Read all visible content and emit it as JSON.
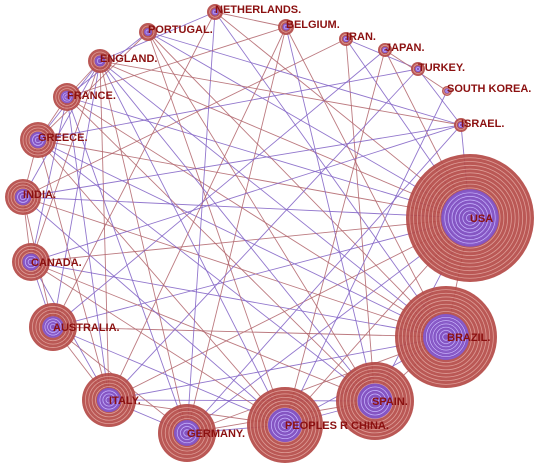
{
  "colors": {
    "node_outer": "#b44a46",
    "node_ring": "#e9b3ac",
    "node_core": "#7b55d6",
    "edge_red": "#b0636a",
    "edge_purple": "#7f5fc4",
    "label": "#8b1010"
  },
  "nodes": [
    {
      "id": "usa",
      "label": "USA",
      "weight": 1.0
    },
    {
      "id": "brazil",
      "label": "BRAZIL.",
      "weight": 0.8
    },
    {
      "id": "spain",
      "label": "SPAIN.",
      "weight": 0.62
    },
    {
      "id": "peoples-r-china",
      "label": "PEOPLES R CHINA.",
      "weight": 0.58
    },
    {
      "id": "germany",
      "label": "GERMANY.",
      "weight": 0.45
    },
    {
      "id": "italy",
      "label": "ITALY.",
      "weight": 0.42
    },
    {
      "id": "australia",
      "label": "AUSTRALIA.",
      "weight": 0.35
    },
    {
      "id": "canada",
      "label": "CANADA.",
      "weight": 0.28
    },
    {
      "id": "india",
      "label": "INDIA.",
      "weight": 0.27
    },
    {
      "id": "greece",
      "label": "GREECE.",
      "weight": 0.27
    },
    {
      "id": "france",
      "label": "FRANCE.",
      "weight": 0.2
    },
    {
      "id": "england",
      "label": "ENGLAND.",
      "weight": 0.18
    },
    {
      "id": "portugal",
      "label": "PORTUGAL.",
      "weight": 0.13
    },
    {
      "id": "netherlands",
      "label": "NETHERLANDS.",
      "weight": 0.12
    },
    {
      "id": "belgium",
      "label": "BELGIUM.",
      "weight": 0.12
    },
    {
      "id": "iran",
      "label": "IRAN.",
      "weight": 0.1
    },
    {
      "id": "japan",
      "label": "JAPAN.",
      "weight": 0.1
    },
    {
      "id": "turkey",
      "label": "TURKEY.",
      "weight": 0.1
    },
    {
      "id": "south-korea",
      "label": "SOUTH KOREA.",
      "weight": 0.08
    },
    {
      "id": "israel",
      "label": "ISRAEL.",
      "weight": 0.1
    }
  ],
  "edges": [
    [
      "usa",
      "brazil"
    ],
    [
      "usa",
      "spain"
    ],
    [
      "usa",
      "peoples-r-china"
    ],
    [
      "usa",
      "germany"
    ],
    [
      "usa",
      "italy"
    ],
    [
      "usa",
      "australia"
    ],
    [
      "usa",
      "canada"
    ],
    [
      "usa",
      "india"
    ],
    [
      "usa",
      "greece"
    ],
    [
      "usa",
      "france"
    ],
    [
      "usa",
      "england"
    ],
    [
      "usa",
      "portugal"
    ],
    [
      "usa",
      "netherlands"
    ],
    [
      "usa",
      "iran"
    ],
    [
      "usa",
      "japan"
    ],
    [
      "usa",
      "israel"
    ],
    [
      "brazil",
      "spain"
    ],
    [
      "brazil",
      "peoples-r-china"
    ],
    [
      "brazil",
      "germany"
    ],
    [
      "brazil",
      "italy"
    ],
    [
      "brazil",
      "australia"
    ],
    [
      "brazil",
      "canada"
    ],
    [
      "brazil",
      "india"
    ],
    [
      "brazil",
      "greece"
    ],
    [
      "brazil",
      "france"
    ],
    [
      "brazil",
      "england"
    ],
    [
      "brazil",
      "portugal"
    ],
    [
      "brazil",
      "netherlands"
    ],
    [
      "brazil",
      "belgium"
    ],
    [
      "spain",
      "peoples-r-china"
    ],
    [
      "spain",
      "germany"
    ],
    [
      "spain",
      "italy"
    ],
    [
      "spain",
      "canada"
    ],
    [
      "spain",
      "greece"
    ],
    [
      "spain",
      "france"
    ],
    [
      "spain",
      "england"
    ],
    [
      "spain",
      "portugal"
    ],
    [
      "spain",
      "belgium"
    ],
    [
      "spain",
      "iran"
    ],
    [
      "peoples-r-china",
      "germany"
    ],
    [
      "peoples-r-china",
      "italy"
    ],
    [
      "peoples-r-china",
      "australia"
    ],
    [
      "peoples-r-china",
      "canada"
    ],
    [
      "peoples-r-china",
      "india"
    ],
    [
      "peoples-r-china",
      "greece"
    ],
    [
      "peoples-r-china",
      "england"
    ],
    [
      "peoples-r-china",
      "japan"
    ],
    [
      "peoples-r-china",
      "south-korea"
    ],
    [
      "peoples-r-china",
      "portugal"
    ],
    [
      "germany",
      "italy"
    ],
    [
      "germany",
      "australia"
    ],
    [
      "germany",
      "france"
    ],
    [
      "germany",
      "england"
    ],
    [
      "germany",
      "netherlands"
    ],
    [
      "germany",
      "belgium"
    ],
    [
      "germany",
      "israel"
    ],
    [
      "italy",
      "australia"
    ],
    [
      "italy",
      "canada"
    ],
    [
      "italy",
      "greece"
    ],
    [
      "italy",
      "france"
    ],
    [
      "italy",
      "england"
    ],
    [
      "italy",
      "turkey"
    ],
    [
      "italy",
      "belgium"
    ],
    [
      "australia",
      "canada"
    ],
    [
      "australia",
      "india"
    ],
    [
      "australia",
      "england"
    ],
    [
      "australia",
      "netherlands"
    ],
    [
      "australia",
      "japan"
    ],
    [
      "canada",
      "india"
    ],
    [
      "canada",
      "france"
    ],
    [
      "canada",
      "england"
    ],
    [
      "canada",
      "israel"
    ],
    [
      "india",
      "greece"
    ],
    [
      "india",
      "england"
    ],
    [
      "india",
      "iran"
    ],
    [
      "india",
      "israel"
    ],
    [
      "greece",
      "france"
    ],
    [
      "greece",
      "england"
    ],
    [
      "greece",
      "portugal"
    ],
    [
      "greece",
      "turkey"
    ],
    [
      "france",
      "england"
    ],
    [
      "france",
      "portugal"
    ],
    [
      "france",
      "belgium"
    ],
    [
      "england",
      "netherlands"
    ],
    [
      "england",
      "israel"
    ],
    [
      "portugal",
      "israel"
    ],
    [
      "netherlands",
      "belgium"
    ],
    [
      "iran",
      "turkey"
    ],
    [
      "japan",
      "south-korea"
    ],
    [
      "turkey",
      "israel"
    ]
  ]
}
